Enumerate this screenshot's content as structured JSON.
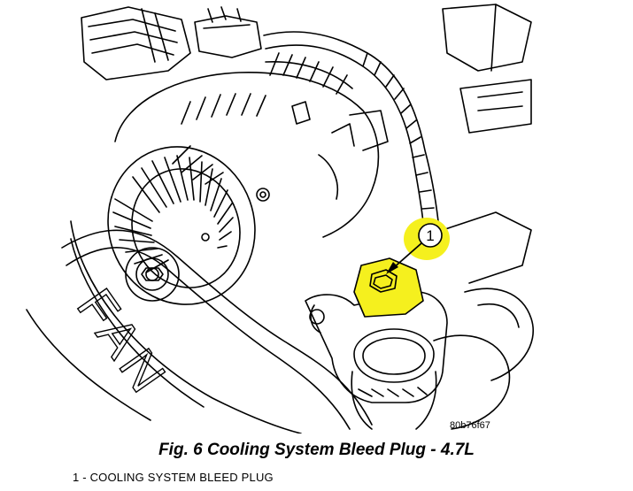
{
  "figure": {
    "image_code": "80b76f67",
    "callout_number": "1",
    "fan_text": "FAN",
    "highlight_color": "#f5f01e",
    "line_color": "#000000"
  },
  "caption": "Fig. 6 Cooling System Bleed Plug - 4.7L",
  "legend": [
    {
      "number": "1",
      "label": "1 - COOLING SYSTEM BLEED PLUG"
    }
  ]
}
